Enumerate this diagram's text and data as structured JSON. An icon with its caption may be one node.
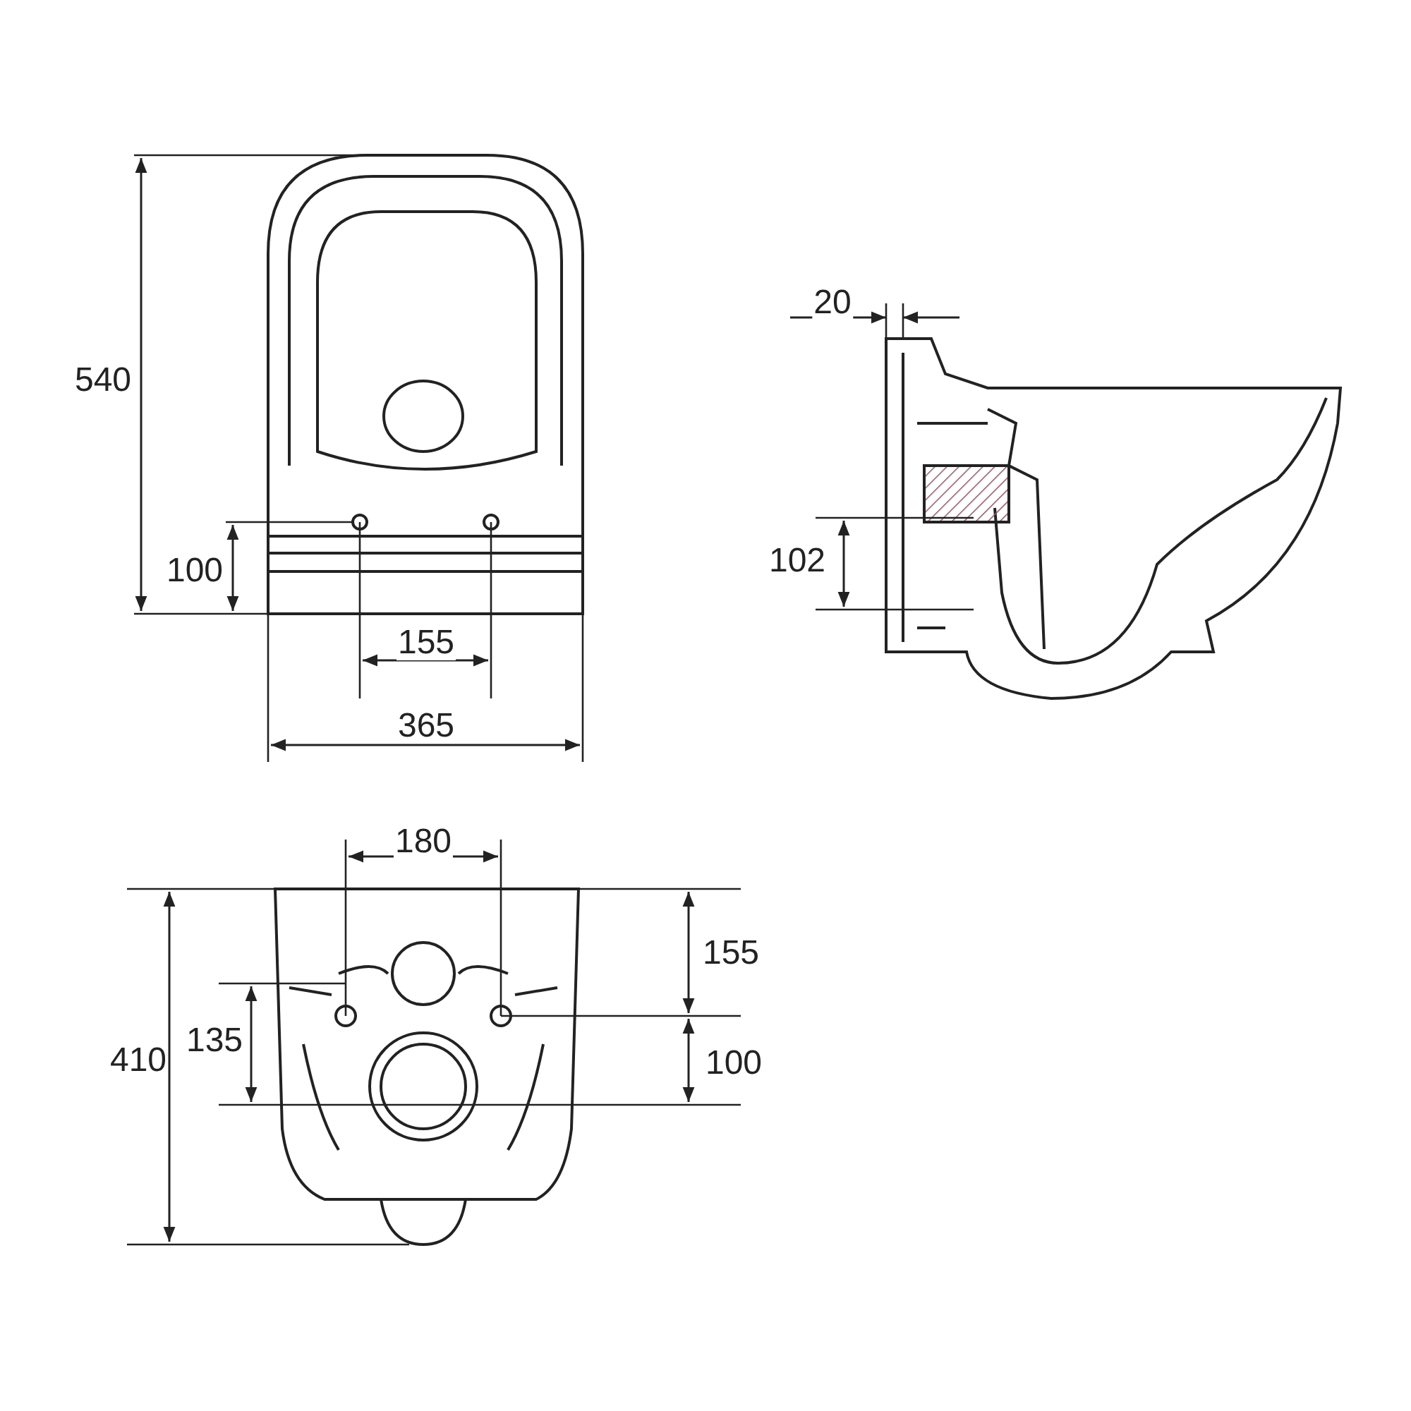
{
  "diagram": {
    "labels": [
      "540",
      "100",
      "155",
      "365",
      "20",
      "102",
      "180",
      "410",
      "135",
      "155",
      "100"
    ]
  }
}
